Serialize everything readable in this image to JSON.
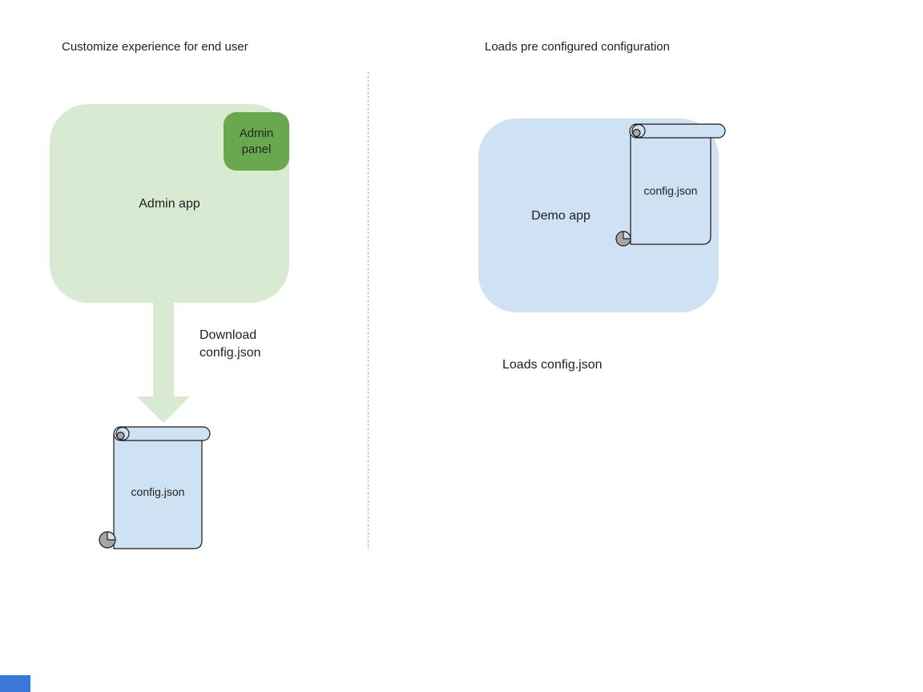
{
  "diagram": {
    "left": {
      "title": "Customize experience for end user",
      "app_label": "Admin app",
      "panel_label": "Admin panel",
      "arrow_label": "Download config.json",
      "file_label": "config.json"
    },
    "right": {
      "title": "Loads pre configured configuration",
      "app_label": "Demo app",
      "file_label": "config.json",
      "caption": "Loads config.json"
    },
    "icons": {
      "arrow": "down-block-arrow",
      "file_shape": "scroll-document"
    },
    "colors": {
      "admin_app_fill": "#d9ead3",
      "admin_panel_fill": "#6aa84f",
      "arrow_fill": "#d9ead3",
      "demo_app_fill": "#cfe2f3",
      "scroll_fill": "#cfe2f3",
      "scroll_curl_gray": "#a6a6a6",
      "scroll_outline": "#1a1a1a",
      "divider_gray": "#999999",
      "corner_accent_blue": "#3c78d8",
      "text": "#1f1f1f"
    }
  }
}
